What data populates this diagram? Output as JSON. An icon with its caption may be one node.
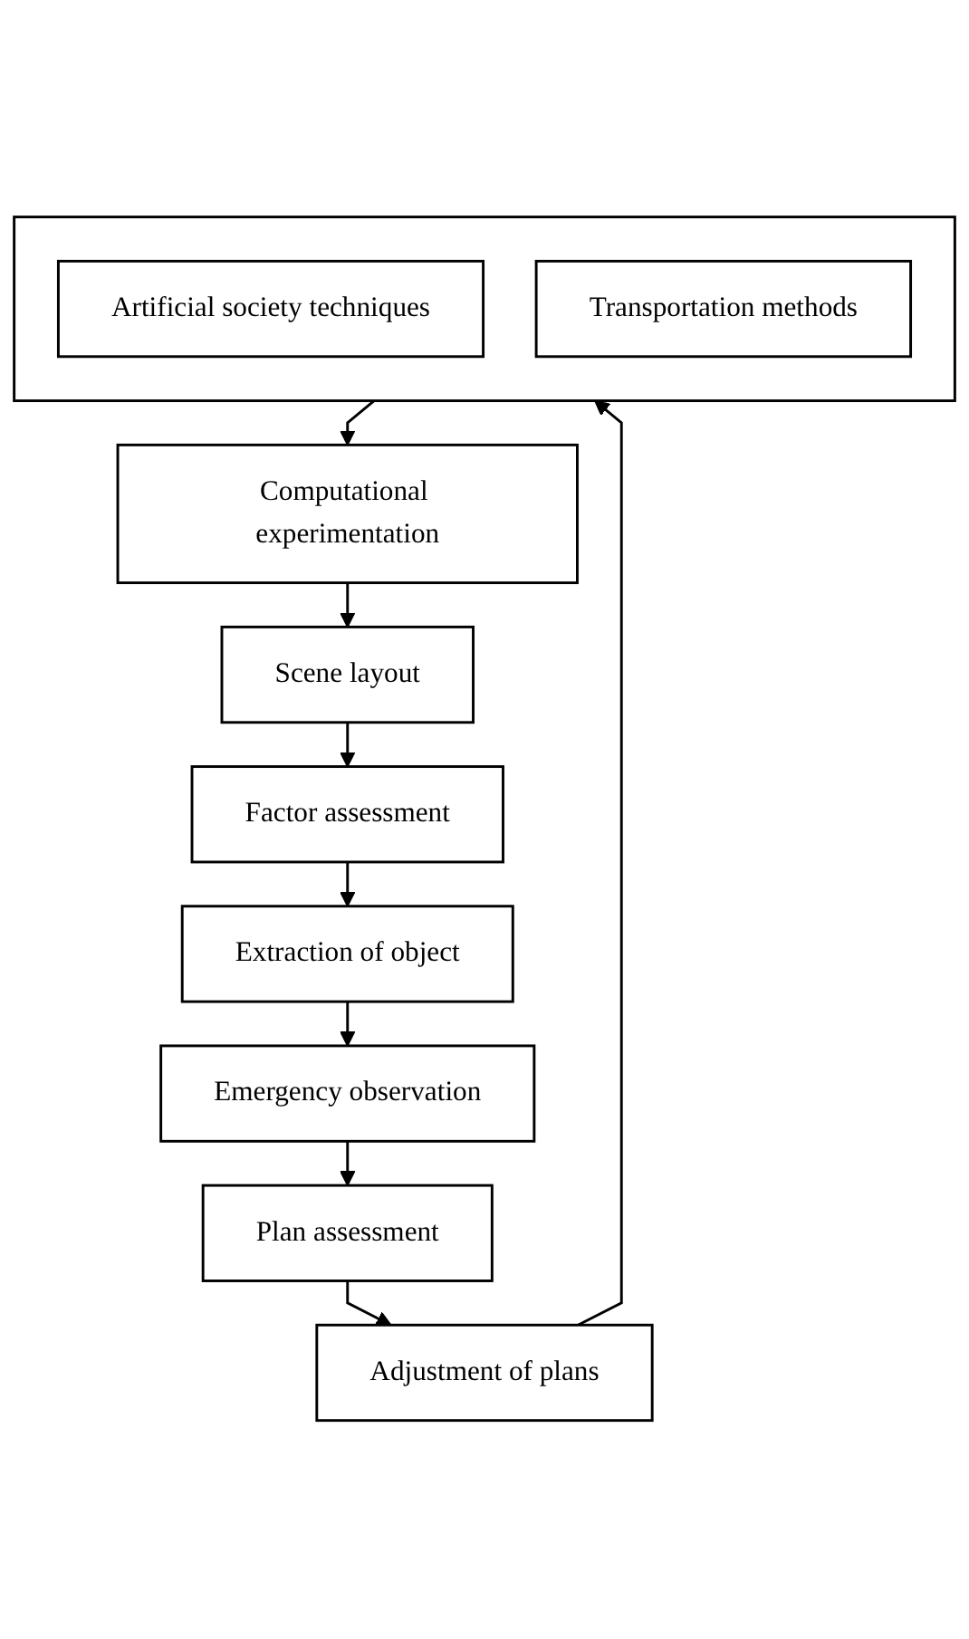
{
  "diagram": {
    "nodes": [
      {
        "text": [],
        "shape": "box"
      },
      {
        "text": [
          "Artificial society techniques"
        ],
        "in": 0
      },
      {
        "text": [
          "Transportation methods"
        ],
        "in": 0
      },
      {
        "text": [
          "Computational experimentation"
        ]
      },
      {
        "text": [
          "Scene layout"
        ]
      },
      {
        "text": [
          "Factor assessment"
        ]
      },
      {
        "text": [
          "Extraction of object"
        ]
      },
      {
        "text": [
          "Emergency observation"
        ]
      },
      {
        "text": [
          "Plan assessment"
        ]
      },
      {
        "text": [
          "Adjustment of plans"
        ]
      }
    ],
    "edges": [
      {
        "from": 0,
        "to": 3,
        "arrow": "to"
      },
      {
        "from": 3,
        "to": 4,
        "arrow": "to"
      },
      {
        "from": 4,
        "to": 5,
        "arrow": "to"
      },
      {
        "from": 5,
        "to": 6,
        "arrow": "to"
      },
      {
        "from": 6,
        "to": 7,
        "arrow": "to"
      },
      {
        "from": 7,
        "to": 8,
        "arrow": "to"
      },
      {
        "from": 8,
        "to": 9,
        "arrow": "to"
      },
      {
        "from": 9,
        "to": 0,
        "arrow": "to"
      }
    ]
  }
}
